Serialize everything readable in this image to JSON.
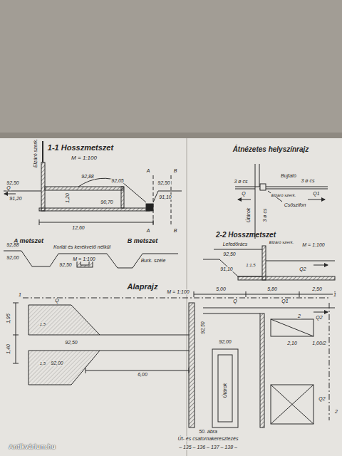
{
  "diagram": {
    "labels": [
      "1-1 Hosszmetszet",
      "M = 1:100",
      "Elzáró szerk.",
      "92,50",
      "Q",
      "91,20",
      "92,88",
      "92,05",
      "90,70",
      "1,20",
      "12,60",
      "A",
      "B",
      "A",
      "B",
      "92,50",
      "91,10",
      "Átnézetes helyszínrajz",
      "Bujtató",
      "3 ø cs",
      "3 ø cs",
      "Q",
      "Q1",
      "Elzáró szerk.",
      "Csőszifon",
      "Útárok",
      "3 ø cs",
      "A metszet",
      "B metszet",
      "Korlát és kerékvető nélkül",
      "M = 1:100",
      "Burk. széle",
      "92,88",
      "92,00",
      "92,50",
      "2-2 Hosszmetszet",
      "M = 1:100",
      "Lefedőrács",
      "Elzáró szerk.",
      "92,50",
      "91,10",
      "1:1,5",
      "Q2",
      "Alaprajz",
      "M = 1:100",
      "5,00",
      "5,80",
      "2,50",
      "1",
      "Q",
      "Q",
      "Q1",
      "1",
      "2",
      "Q2",
      "2,10",
      "1,00/2",
      "92,50",
      "92,00",
      "6,00",
      "92,00",
      "Útárok",
      "Q2",
      "2",
      "1,95",
      "1,40",
      "1,5",
      "1,5",
      "92,50",
      "50. ábra",
      "Út- és csatornakeresztezés",
      "– 135 – 136 – 137 – 138 –",
      "Antikvárium.hu"
    ]
  }
}
